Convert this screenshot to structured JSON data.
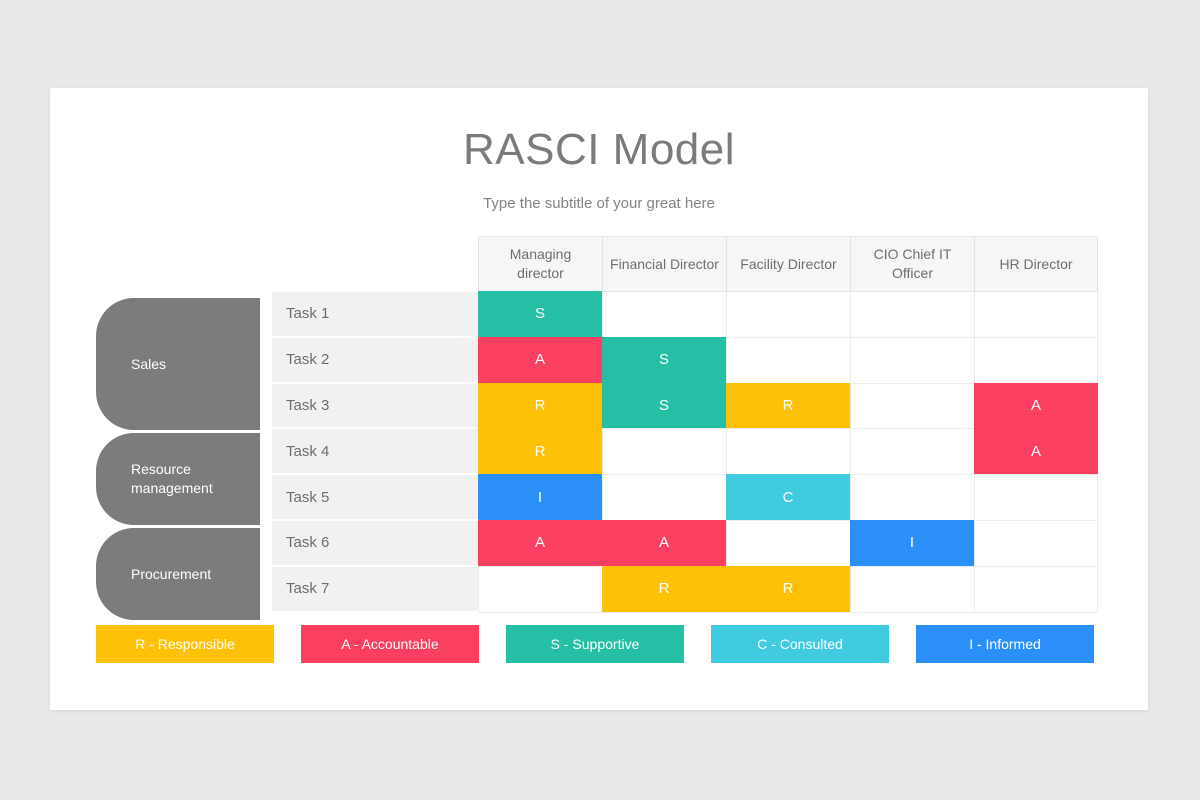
{
  "slide": {
    "title": "RASCI Model",
    "subtitle": "Type the subtitle of your great here",
    "background_color": "#e8e8e8",
    "card_color": "#ffffff"
  },
  "colors": {
    "responsible": "#FFC107",
    "accountable": "#FB3F60",
    "supportive": "#25BFA6",
    "consulted": "#41CBE0",
    "informed": "#2A90F8",
    "group_tab": "#7c7c7c",
    "task_cell": "#f1f1f1",
    "header_cell": "#f6f6f6",
    "title_text": "#7b7b7b"
  },
  "matrix": {
    "columns": [
      {
        "label": "Managing director"
      },
      {
        "label": "Financial Director"
      },
      {
        "label": "Facility Director"
      },
      {
        "label": "CIO Chief IT Officer"
      },
      {
        "label": "HR Director"
      }
    ],
    "rows": [
      {
        "task": "Task 1",
        "cells": [
          "S",
          "",
          "",
          "",
          ""
        ]
      },
      {
        "task": "Task 2",
        "cells": [
          "A",
          "S",
          "",
          "",
          ""
        ]
      },
      {
        "task": "Task 3",
        "cells": [
          "R",
          "S",
          "R",
          "",
          "A"
        ]
      },
      {
        "task": "Task 4",
        "cells": [
          "R",
          "",
          "",
          "",
          "A"
        ]
      },
      {
        "task": "Task 5",
        "cells": [
          "I",
          "",
          "C",
          "",
          ""
        ]
      },
      {
        "task": "Task 6",
        "cells": [
          "A",
          "A",
          "",
          "I",
          ""
        ]
      },
      {
        "task": "Task 7",
        "cells": [
          "",
          "R",
          "R",
          "",
          ""
        ]
      }
    ]
  },
  "groups": [
    {
      "label": "Sales",
      "height": 132
    },
    {
      "label": "Resource management",
      "height": 92
    },
    {
      "label": "Procurement",
      "height": 92
    }
  ],
  "legend": [
    {
      "code": "R",
      "label": "R - Responsible",
      "color": "#FFC107"
    },
    {
      "code": "A",
      "label": "A - Accountable",
      "color": "#FB3F60"
    },
    {
      "code": "S",
      "label": "S - Supportive",
      "color": "#25BFA6"
    },
    {
      "code": "C",
      "label": "C - Consulted",
      "color": "#41CBE0"
    },
    {
      "code": "I",
      "label": "I - Informed",
      "color": "#2A90F8"
    }
  ]
}
